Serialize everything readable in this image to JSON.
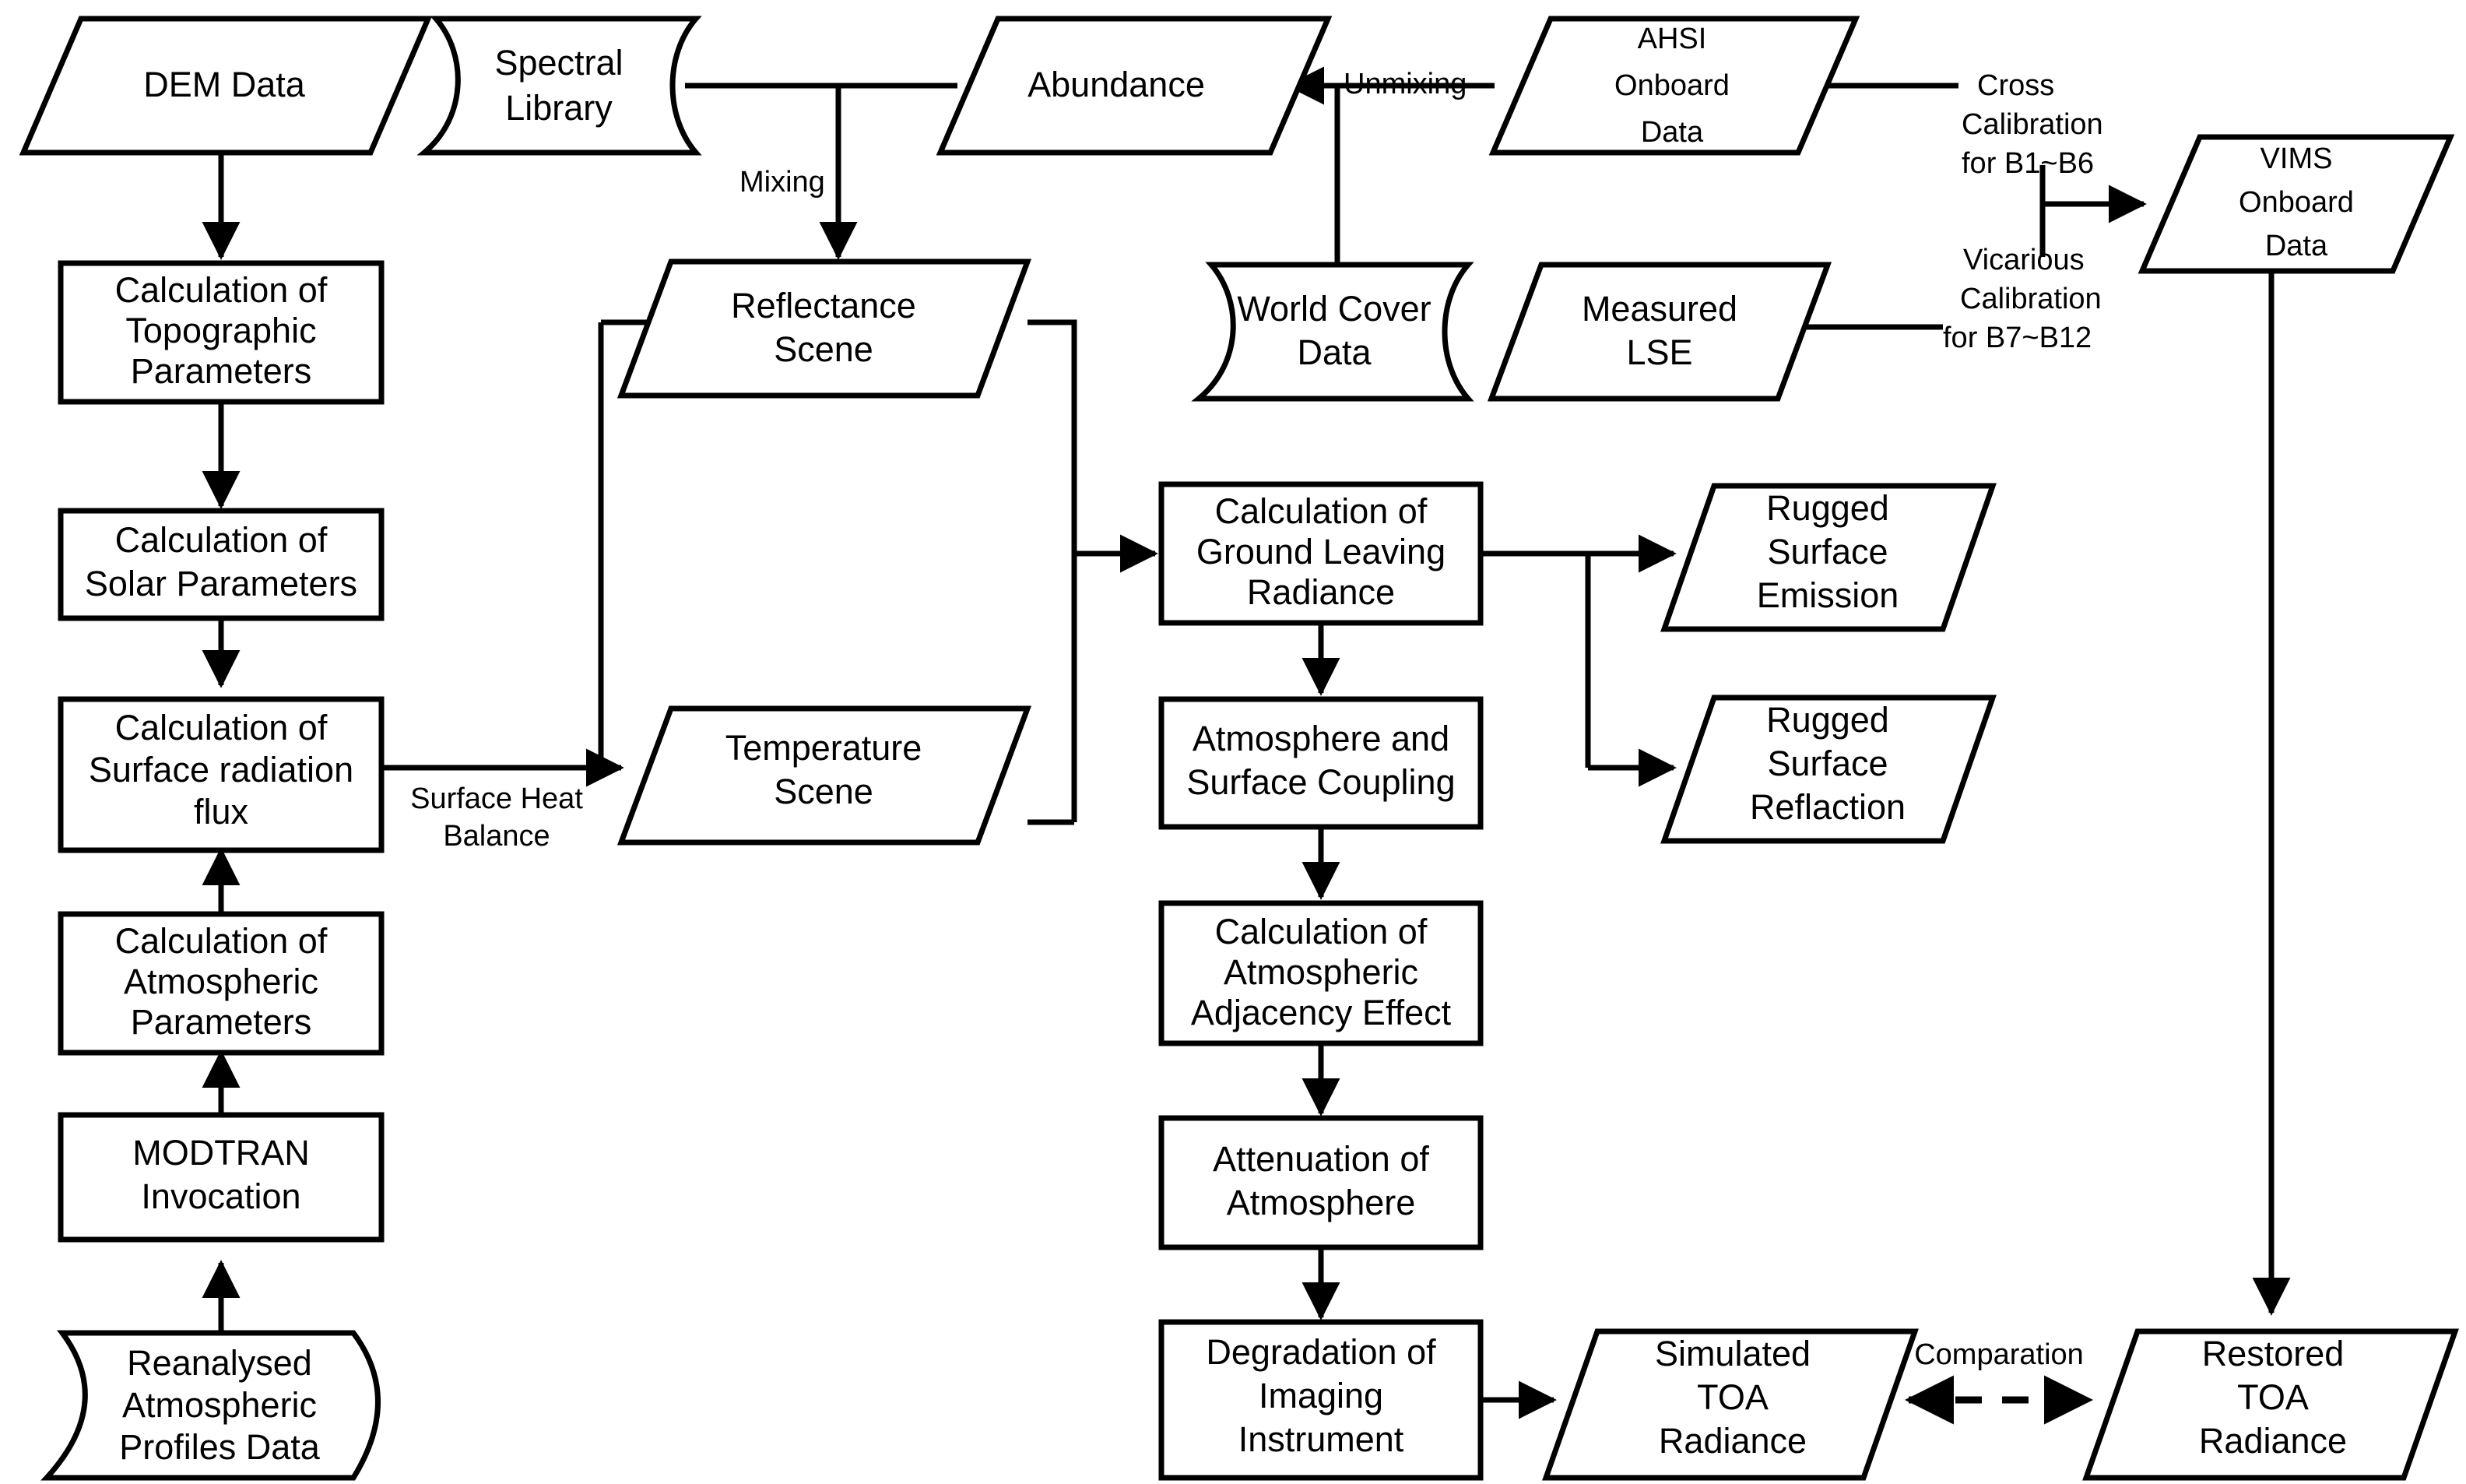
{
  "diagram": {
    "title": "Remote sensing TOA radiance simulation workflow",
    "colors": {
      "stroke": "#000000",
      "fill": "#ffffff"
    },
    "nodes": {
      "dem_data": {
        "label_1": "DEM Data"
      },
      "spectral_library": {
        "label_1": "Spectral",
        "label_2": "Library"
      },
      "abundance": {
        "label_1": "Abundance"
      },
      "ahsi_onboard_data": {
        "label_1": "AHSI",
        "label_2": "Onboard",
        "label_3": "Data"
      },
      "vims_onboard_data": {
        "label_1": "VIMS",
        "label_2": "Onboard",
        "label_3": "Data"
      },
      "calc_topographic": {
        "label_1": "Calculation of",
        "label_2": "Topographic",
        "label_3": "Parameters"
      },
      "reflectance_scene": {
        "label_1": "Reflectance",
        "label_2": "Scene"
      },
      "world_cover_data": {
        "label_1": "World Cover",
        "label_2": "Data"
      },
      "measured_lse": {
        "label_1": "Measured",
        "label_2": "LSE"
      },
      "calc_solar": {
        "label_1": "Calculation of",
        "label_2": "Solar Parameters"
      },
      "calc_ground_leaving": {
        "label_1": "Calculation of",
        "label_2": "Ground Leaving",
        "label_3": "Radiance"
      },
      "rugged_emission": {
        "label_1": "Rugged",
        "label_2": "Surface",
        "label_3": "Emission"
      },
      "calc_surface_flux": {
        "label_1": "Calculation of",
        "label_2": "Surface radiation",
        "label_3": "flux"
      },
      "temperature_scene": {
        "label_1": "Temperature",
        "label_2": "Scene"
      },
      "atmos_surface_coupling": {
        "label_1": "Atmosphere and",
        "label_2": "Surface Coupling"
      },
      "rugged_reflection": {
        "label_1": "Rugged",
        "label_2": "Surface",
        "label_3": "Reflaction"
      },
      "calc_atmospheric": {
        "label_1": "Calculation of",
        "label_2": "Atmospheric",
        "label_3": "Parameters"
      },
      "calc_adjacency": {
        "label_1": "Calculation of",
        "label_2": "Atmospheric",
        "label_3": "Adjacency Effect"
      },
      "modtran_invocation": {
        "label_1": "MODTRAN",
        "label_2": "Invocation"
      },
      "attenuation_atmos": {
        "label_1": "Attenuation of",
        "label_2": "Atmosphere"
      },
      "reanalysed_profiles": {
        "label_1": "Reanalysed",
        "label_2": "Atmospheric",
        "label_3": "Profiles Data"
      },
      "degradation_imaging": {
        "label_1": "Degradation of",
        "label_2": "Imaging",
        "label_3": "Instrument"
      },
      "simulated_toa": {
        "label_1": "Simulated",
        "label_2": "TOA",
        "label_3": "Radiance"
      },
      "restored_toa": {
        "label_1": "Restored",
        "label_2": "TOA",
        "label_3": "Radiance"
      }
    },
    "edge_labels": {
      "mixing": "Mixing",
      "unmixing": "Unmixing",
      "surface_heat_balance_1": "Surface Heat",
      "surface_heat_balance_2": "Balance",
      "cross_calibration_1": "Cross",
      "cross_calibration_2": "Calibration",
      "cross_calibration_3": "for B1~B6",
      "vicarious_calibration_1": "Vicarious",
      "vicarious_calibration_2": "Calibration",
      "vicarious_calibration_3": "for B7~B12",
      "comparation": "Comparation"
    }
  }
}
